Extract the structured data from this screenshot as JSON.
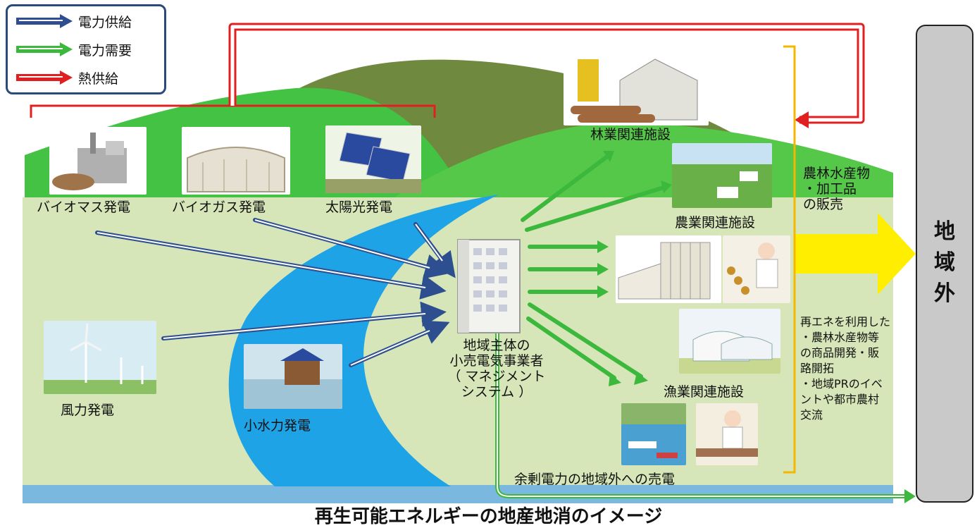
{
  "legend": {
    "supply": "電力供給",
    "demand": "電力需要",
    "heat": "熱供給"
  },
  "sources": {
    "biomass": "バイオマス発電",
    "biogas": "バイオガス発電",
    "solar": "太陽光発電",
    "wind": "風力発電",
    "hydro": "小水力発電"
  },
  "hub": {
    "line1": "地域主体の",
    "line2": "小売電気事業者",
    "line3": "（ マネジメント",
    "line4": "システム ）"
  },
  "facilities": {
    "forestry": "林業関連施設",
    "agriculture": "農業関連施設",
    "fishery": "漁業関連施設"
  },
  "sales": {
    "line1": "農林水産物",
    "line2": "・加工品",
    "line3": "の販売"
  },
  "notes": {
    "line1": "再エネを利用した",
    "line2": "・農林水産物等",
    "line3": "の商品開発・販",
    "line4": "路開拓",
    "line5": "・地域PRのイベ",
    "line6": "ントや都市農村",
    "line7": "交流"
  },
  "surplus": "余剰電力の地域外への売電",
  "outside": {
    "c1": "地",
    "c2": "域",
    "c3": "外"
  },
  "title": "再生可能エネルギーの地産地消のイメージ",
  "colors": {
    "supply_arrow": "#2e4f8f",
    "demand_arrow": "#3cb83c",
    "heat_arrow": "#e02020",
    "sales_arrow": "#ffee00",
    "field": "#d6e6b8",
    "hill_front": "#44c244",
    "hill_back": "#6f8a3f",
    "river": "#1ea4e6",
    "bracket": "#f5b800"
  }
}
